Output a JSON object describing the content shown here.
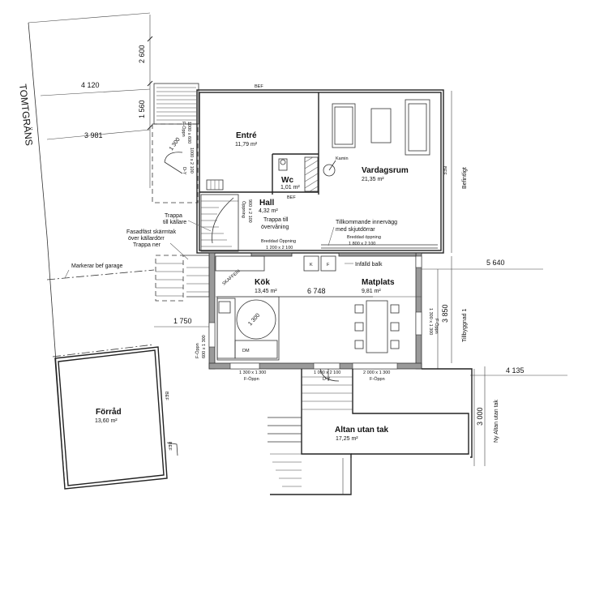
{
  "rooms": {
    "entre": {
      "name": "Entré",
      "area": "11,79 m²"
    },
    "vardagsrum": {
      "name": "Vardagsrum",
      "area": "21,35 m²"
    },
    "wc": {
      "name": "Wc",
      "area": "1,01 m²"
    },
    "hall": {
      "name": "Hall",
      "area": "4,32 m²"
    },
    "kok": {
      "name": "Kök",
      "area": "13,45 m²"
    },
    "matplats": {
      "name": "Matplats",
      "area": "9,81 m²"
    },
    "forrad": {
      "name": "Förråd",
      "area": "13,60 m²"
    },
    "altan": {
      "name": "Altan utan tak",
      "area": "17,25 m²"
    }
  },
  "labels": {
    "tomtgrans": "TOMTGRÄNS",
    "befintligt": "Befintligt",
    "tillbyggnad": "Tillbyggnad 1",
    "ny_altan": "Ny Altan utan tak",
    "kamin": "Kamin",
    "bef": "BEF",
    "skafferi": "SKAFFERI",
    "dm": "DM",
    "k": "K",
    "f": "F",
    "infalld_balk": "Infälld balk",
    "trappa_kallare_1": "Trappa",
    "trappa_kallare_2": "till källare",
    "trappa_over_1": "Trappa till",
    "trappa_over_2": "övervåning",
    "fasad_1": "Fasadfäst skärmtak",
    "fasad_2": "över källardörr",
    "trappa_ner": "Trappa ner",
    "markerar_garage": "Markerar bef garage",
    "tillkommande_1": "Tillkommande innervägg",
    "tillkommande_2": "med skjutdörrar",
    "breddad_1": "Breddad Öppning",
    "breddad_1_size": "1 200 x 2 100",
    "breddad_2": "Breddad öppning",
    "breddad_2_size": "1 800 x 2 100",
    "oppning_hall_1": "Öppning",
    "oppning_hall_2": "900 x 2 100",
    "f_oppn": "F-Öppn",
    "f_oppn_top": "F-Öppn",
    "win_1000": "1000 x 600",
    "dy": "D-Y",
    "door_1000": "1000 x 2 100",
    "r1300": "1 300",
    "win_600": "600 x 1 300",
    "win_1300a": "1 300 x 1 300",
    "door_1000b": "1 000 x 2 100",
    "win_2000": "2 000 x 1 300",
    "win_1300b": "1 300 x 1 300"
  },
  "dimensions": {
    "d2600": "2 600",
    "d4120": "4 120",
    "d1560": "1 560",
    "d3981": "3 981",
    "d5640": "5 640",
    "d6748": "6 748",
    "d3850": "3 850",
    "d1750": "1 750",
    "d4135": "4 135",
    "d3000": "3 000"
  }
}
